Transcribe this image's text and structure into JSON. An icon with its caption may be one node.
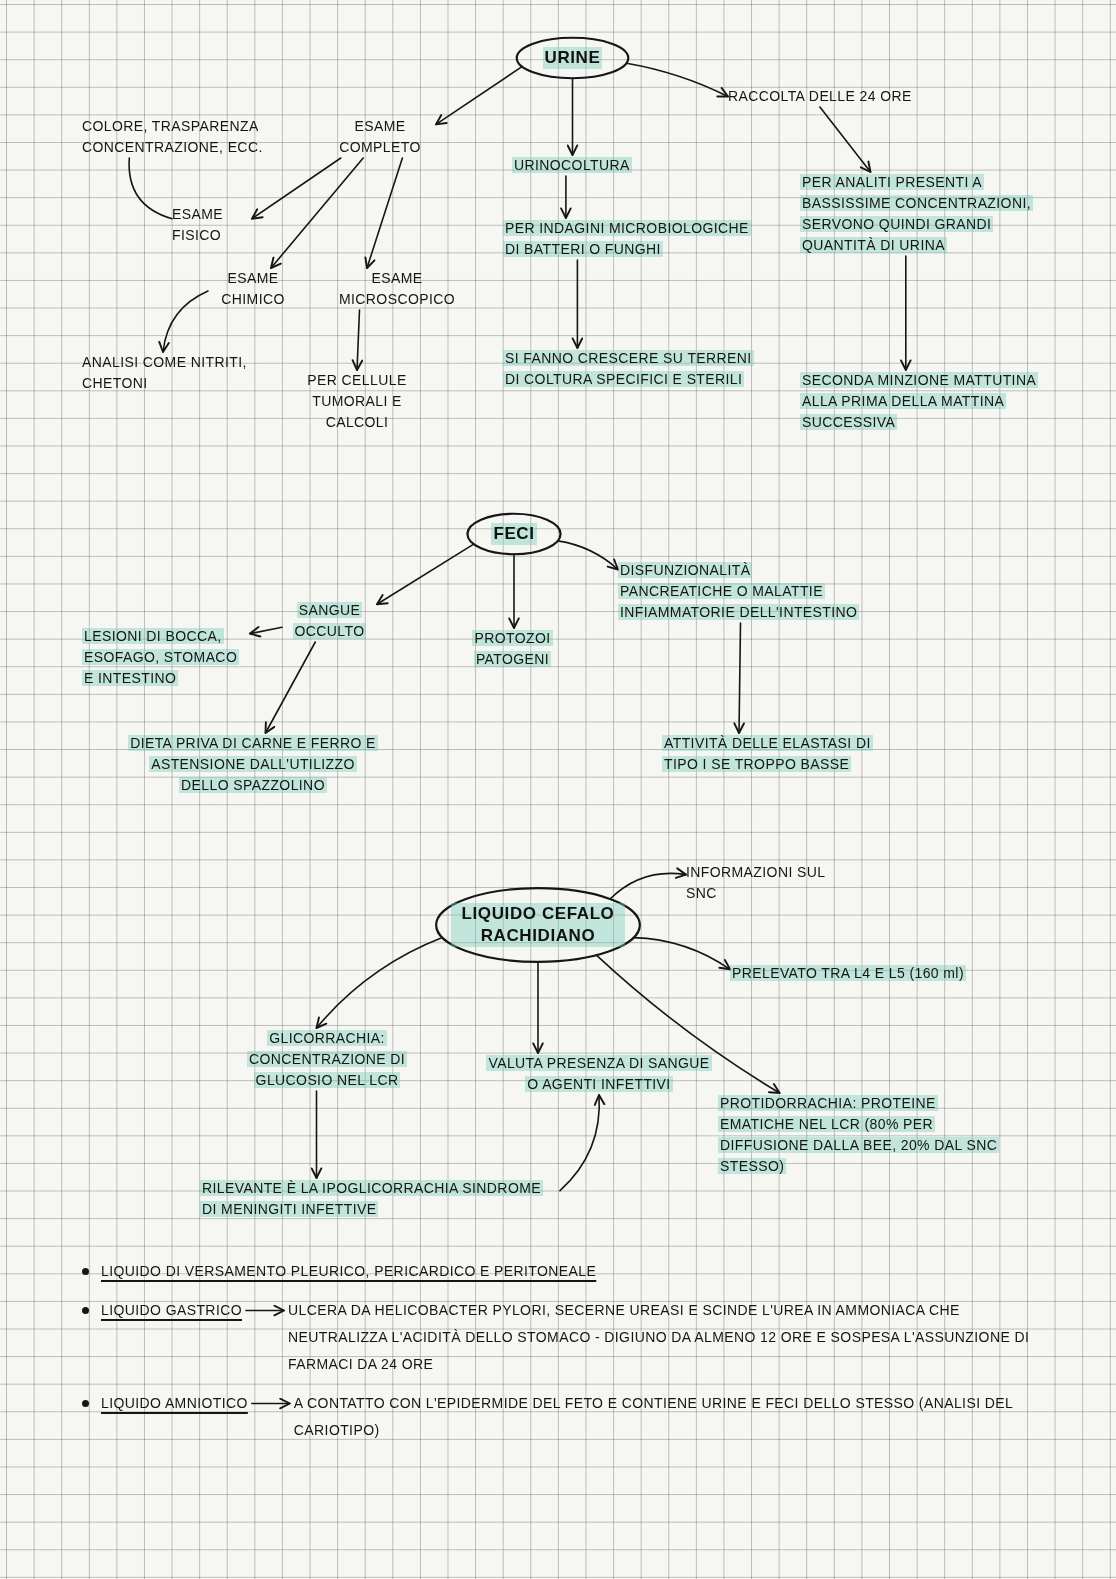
{
  "diagram": {
    "nodes": [
      {
        "text": [
          "URINE"
        ]
      },
      {
        "text": [
          "ESAME COMPLETO"
        ]
      },
      {
        "text": [
          "COLORE, TRASPARENZA CONCENTRAZIONE, ECC."
        ]
      },
      {
        "text": [
          "ESAME FISICO"
        ]
      },
      {
        "text": [
          "ESAME CHIMICO"
        ]
      },
      {
        "text": [
          "ESAME MICROSCOPICO"
        ]
      },
      {
        "text": [
          "ANALISI COME NITRITI, CHETONI"
        ]
      },
      {
        "text": [
          "PER CELLULE TUMORALI E CALCOLI"
        ]
      },
      {
        "text": [
          "URINOCOLTURA"
        ]
      },
      {
        "text": [
          "PER INDAGINI MICROBIOLOGICHE DI BATTERI O FUNGHI"
        ]
      },
      {
        "text": [
          "SI FANNO CRESCERE SU TERRENI DI COLTURA SPECIFICI E STERILI"
        ]
      },
      {
        "text": [
          "RACCOLTA DELLE 24 ORE"
        ]
      },
      {
        "text": [
          "PER ANALITI PRESENTI A BASSISSIME CONCENTRAZIONI, SERVONO QUINDI GRANDI QUANTITÀ DI URINA"
        ]
      },
      {
        "text": [
          "SECONDA MINZIONE MATTUTINA ALLA PRIMA DELLA MATTINA SUCCESSIVA"
        ]
      },
      {
        "text": [
          "FECI"
        ]
      },
      {
        "text": [
          "SANGUE OCCULTO"
        ]
      },
      {
        "text": [
          "LESIONI DI BOCCA, ESOFAGO, STOMACO E INTESTINO"
        ]
      },
      {
        "text": [
          "DIETA PRIVA DI CARNE E FERRO E ASTENSIONE DALL'UTILIZZO DELLO SPAZZOLINO"
        ]
      },
      {
        "text": [
          "PROTOZOI PATOGENI"
        ]
      },
      {
        "text": [
          "DISFUNZIONALITÀ PANCREATICHE O MALATTIE INFIAMMATORIE DELL'INTESTINO"
        ]
      },
      {
        "text": [
          "ATTIVITÀ DELLE ELASTASI DI TIPO I SE TROPPO BASSE"
        ]
      },
      {
        "text": [
          "LIQUIDO CEFALO RACHIDIANO"
        ]
      },
      {
        "text": [
          "INFORMAZIONI SUL SNC"
        ]
      },
      {
        "text": [
          "PRELEVATO TRA L4 E L5 (160 ml)"
        ]
      },
      {
        "text": [
          "GLICORRACHIA: CONCENTRAZIONE DI GLUCOSIO NEL LCR"
        ]
      },
      {
        "text": [
          "VALUTA PRESENZA DI SANGUE O AGENTI INFETTIVI"
        ]
      },
      {
        "text": [
          "PROTIDORRACHIA: PROTEINE EMATICHE NEL LCR (80% PER DIFFUSIONE DALLA BEE, 20% DAL SNC STESSO)"
        ]
      },
      {
        "text": [
          "RILEVANTE È LA IPOGLICORRACHIA SINDROME DI MENINGITI INFETTIVE"
        ]
      },
      {
        "text": [
          "LIQUIDO GASTRICO"
        ]
      },
      {
        "text": [
          "ULCERA DA HELICOBACTER PYLORI, SECERNE UREASI E SCINDE L'UREA IN AMMONIACA CHE NEUTRALIZZA L'ACIDITÀ DELLO STOMACO - DIGIUNO DA ALMENO 12 ORE E SOSPESA L'ASSUNZIONE DI FARMACI DA 24 ORE"
        ]
      },
      {
        "text": [
          "LIQUIDO AMNIOTICO"
        ]
      },
      {
        "text": [
          "A CONTATTO CON L'EPIDERMIDE DEL FETO E CONTIENE URINE E FECI DELLO STESSO (ANALISI DEL CARIOTIPO)"
        ]
      }
    ],
    "edges": [
      {
        "from": 0,
        "to": 1,
        "arrow": "to"
      },
      {
        "from": 0,
        "to": 8,
        "arrow": "to"
      },
      {
        "from": 0,
        "to": 11,
        "arrow": "to"
      },
      {
        "from": 1,
        "to": 3,
        "arrow": "to"
      },
      {
        "from": 1,
        "to": 4,
        "arrow": "to"
      },
      {
        "from": 1,
        "to": 5,
        "arrow": "to"
      },
      {
        "from": 2,
        "to": 3,
        "arrow": "none"
      },
      {
        "from": 4,
        "to": 6,
        "arrow": "to"
      },
      {
        "from": 5,
        "to": 7,
        "arrow": "to"
      },
      {
        "from": 8,
        "to": 9,
        "arrow": "to"
      },
      {
        "from": 9,
        "to": 10,
        "arrow": "to"
      },
      {
        "from": 11,
        "to": 12,
        "arrow": "to"
      },
      {
        "from": 12,
        "to": 13,
        "arrow": "to"
      },
      {
        "from": 14,
        "to": 15,
        "arrow": "to"
      },
      {
        "from": 14,
        "to": 18,
        "arrow": "to"
      },
      {
        "from": 14,
        "to": 19,
        "arrow": "to"
      },
      {
        "from": 15,
        "to": 16,
        "arrow": "to"
      },
      {
        "from": 15,
        "to": 17,
        "arrow": "to"
      },
      {
        "from": 19,
        "to": 20,
        "arrow": "to"
      },
      {
        "from": 21,
        "to": 22,
        "arrow": "to"
      },
      {
        "from": 21,
        "to": 23,
        "arrow": "to"
      },
      {
        "from": 21,
        "to": 24,
        "arrow": "to"
      },
      {
        "from": 21,
        "to": 25,
        "arrow": "to"
      },
      {
        "from": 21,
        "to": 26,
        "arrow": "to"
      },
      {
        "from": 24,
        "to": 27,
        "arrow": "to"
      },
      {
        "from": 27,
        "to": 25,
        "arrow": "to"
      },
      {
        "from": 28,
        "to": 29,
        "arrow": "to"
      },
      {
        "from": 30,
        "to": 31,
        "arrow": "to"
      }
    ],
    "labels": [
      "LIQUIDO DI VERSAMENTO PLEURICO, PERICARDICO E PERITONEALE"
    ]
  }
}
